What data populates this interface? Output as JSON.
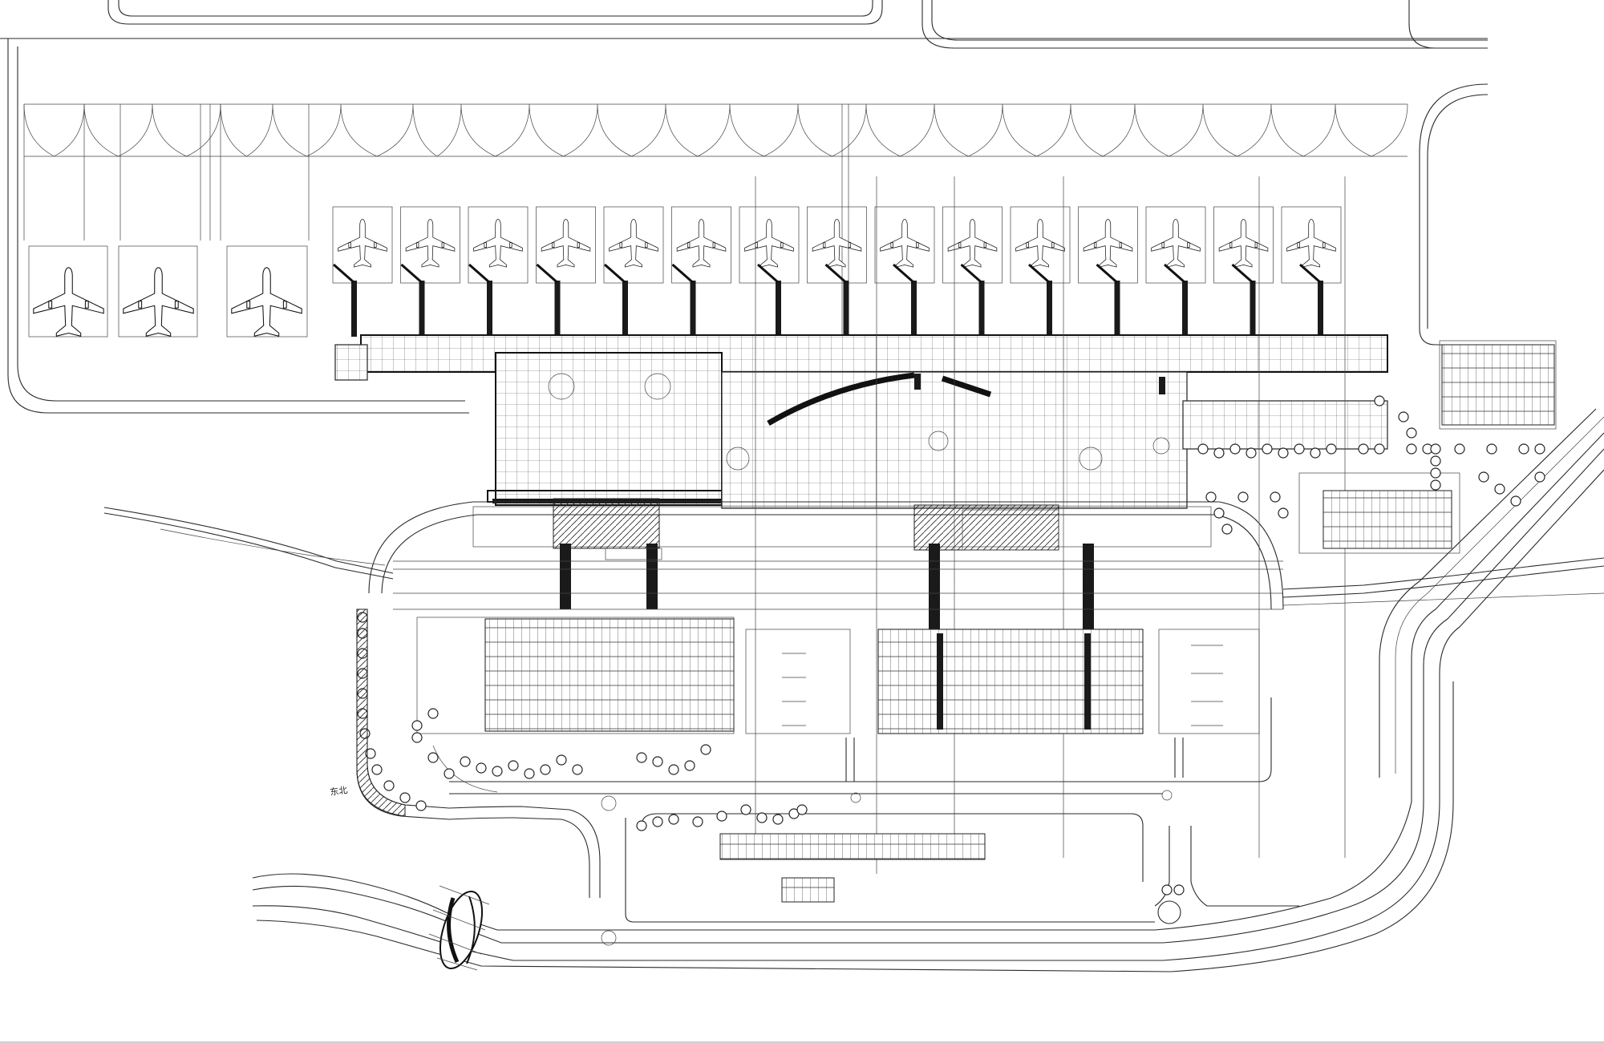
{
  "drawing": {
    "subject": "airport-terminal-site-plan",
    "north_marker_text": "东北",
    "stands": {
      "remote_count": 3,
      "contact_count": 15
    },
    "colors": {
      "line": "#2a2a2a",
      "fill_dark": "#1a1a1a",
      "background": "#ffffff"
    }
  }
}
